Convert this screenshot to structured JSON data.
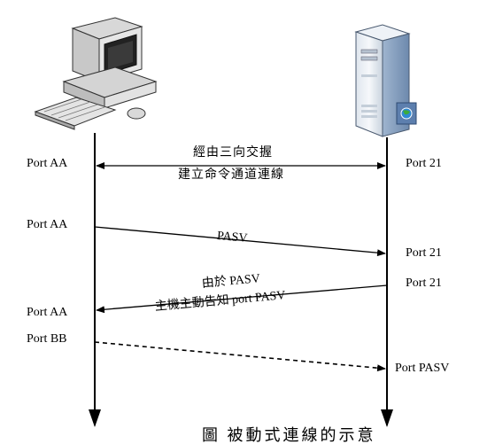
{
  "client": {
    "icon": "desktop-computer-icon",
    "ports": {
      "handshake": "Port AA",
      "pasv": "Port AA",
      "reply": "Port AA",
      "data": "Port BB"
    }
  },
  "server": {
    "icon": "server-tower-icon",
    "ports": {
      "handshake": "Port 21",
      "pasv": "Port 21",
      "reply": "Port 21",
      "data": "Port PASV"
    }
  },
  "messages": {
    "handshake_line1": "經由三向交握",
    "handshake_line2": "建立命令通道連線",
    "pasv": "PASV",
    "reply_line1": "由於 PASV",
    "reply_line2": "主機主動告知 port PASV"
  },
  "caption": "圖    被動式連線的示意"
}
